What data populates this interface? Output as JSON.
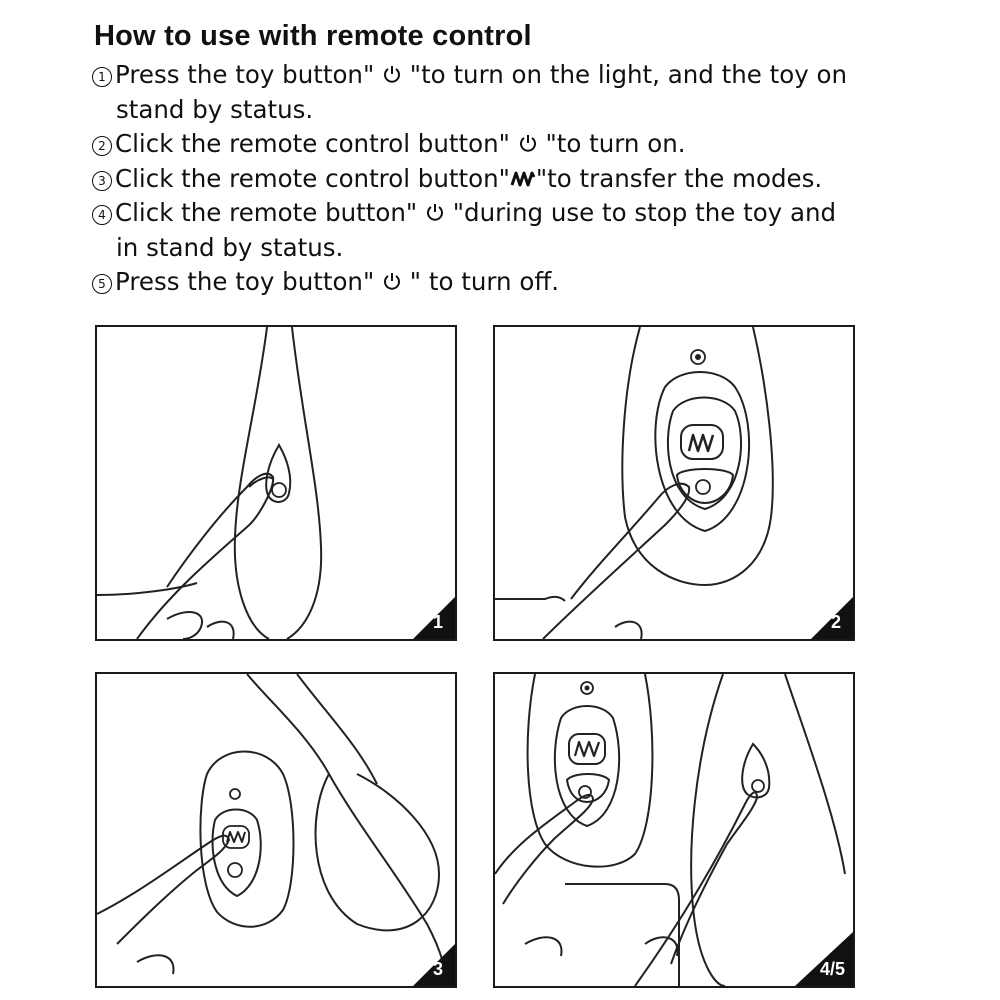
{
  "heading": "How to use with remote control",
  "steps": [
    {
      "num": "1",
      "before": "Press the toy button\" ",
      "icon": "power-icon",
      "after": " \"to turn on the light, and the toy on",
      "cont": "stand by status."
    },
    {
      "num": "2",
      "before": "Click the remote control button\" ",
      "icon": "power-icon",
      "after": " \"to turn on.",
      "cont": ""
    },
    {
      "num": "3",
      "before": "Click the remote control button\"",
      "icon": "wave-mode-icon",
      "after": "\"to transfer the modes.",
      "cont": ""
    },
    {
      "num": "4",
      "before": "Click the remote button\" ",
      "icon": "power-icon",
      "after": " \"during use to stop the toy and",
      "cont": "in stand by status."
    },
    {
      "num": "5",
      "before": "Press the toy button\" ",
      "icon": "power-icon",
      "after": " \" to turn off.",
      "cont": ""
    }
  ],
  "panels": [
    {
      "badge": "1"
    },
    {
      "badge": "2"
    },
    {
      "badge": "3"
    },
    {
      "badge": "4/5"
    }
  ]
}
